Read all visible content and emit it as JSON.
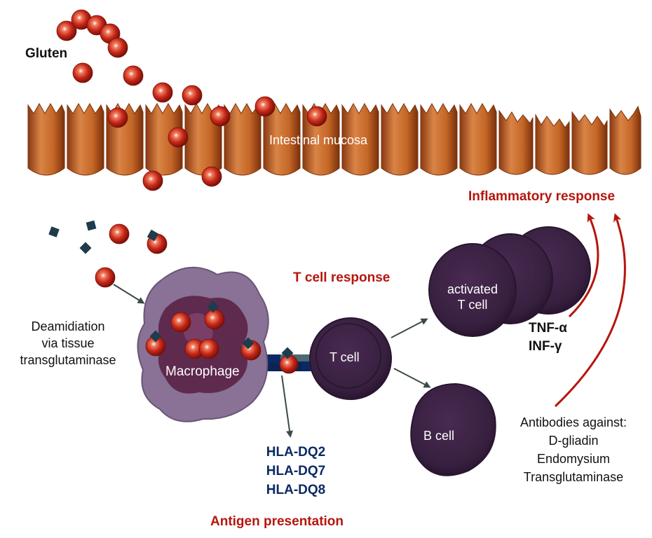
{
  "colors": {
    "gluten": "#c0281a",
    "mucosa": "#c96a2c",
    "macrophage_outer": "#8a7196",
    "macrophage_inner": "#5e2a4e",
    "cell_purple": "#3b2140",
    "arrow_red": "#b5160e",
    "arrow_gray": "#3c4a48",
    "hla_navy": "#0b2a64",
    "diamond": "#1f3b4c"
  },
  "labels": {
    "gluten": "Gluten",
    "intestinal_mucosa": "Intestinal mucosa",
    "inflammatory_response": "Inflammatory response",
    "t_cell_response": "T cell response",
    "deamidiation": [
      "Deamidiation",
      "via tissue",
      "transglutaminase"
    ],
    "macrophage": "Macrophage",
    "t_cell": "T cell",
    "activated_t_cell": [
      "activated",
      "T cell"
    ],
    "b_cell": "B cell",
    "cytokines": [
      "TNF-α",
      "INF-γ"
    ],
    "hla": [
      "HLA-DQ2",
      "HLA-DQ7",
      "HLA-DQ8"
    ],
    "antigen_presentation": "Antigen presentation",
    "antibodies": [
      "Antibodies against:",
      "D-gliadin",
      "Endomysium",
      "Transglutaminase"
    ]
  }
}
